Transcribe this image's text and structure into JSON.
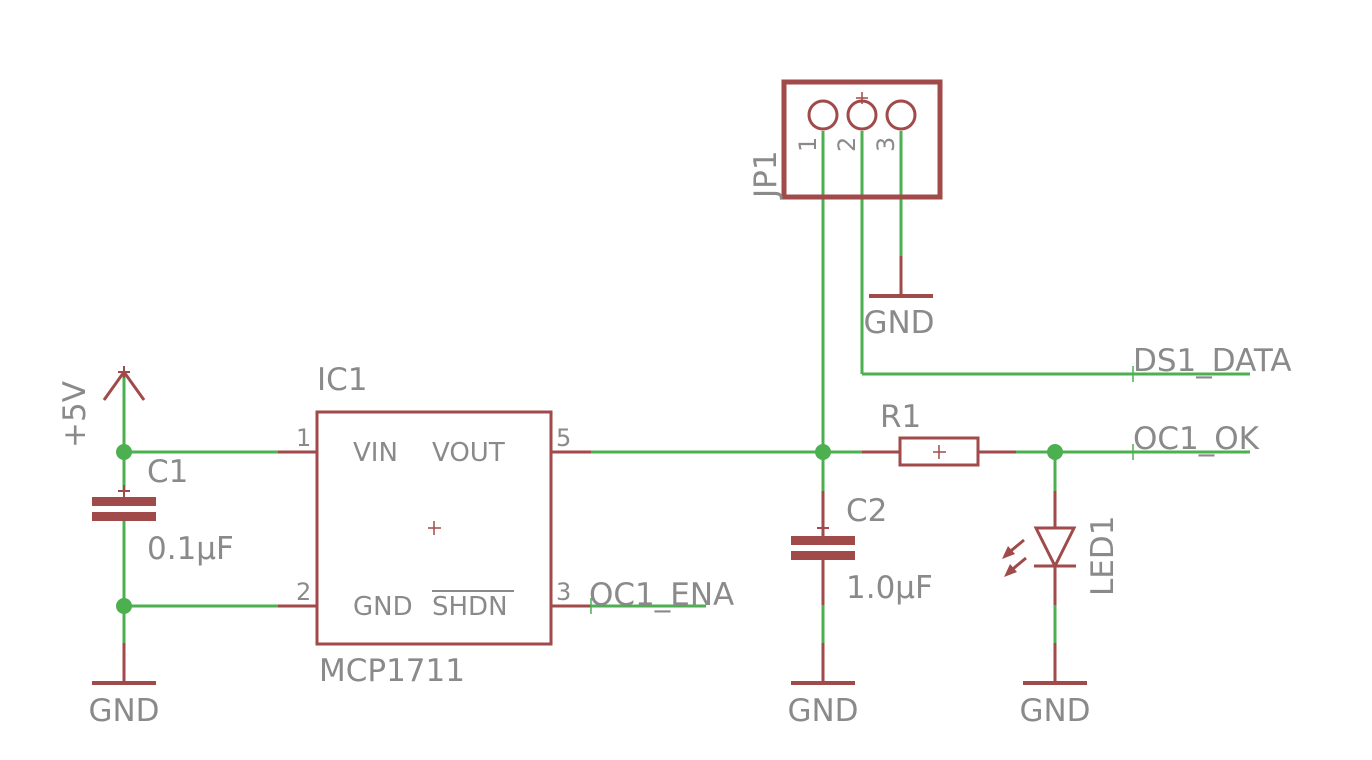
{
  "colors": {
    "wire": "#4caf50",
    "symbol": "#a04a4a",
    "text": "#8a8a8a"
  },
  "labels": {
    "ic1_name": "IC1",
    "ic1_value": "MCP1711",
    "ic1_vin": "VIN",
    "ic1_vout": "VOUT",
    "ic1_gnd": "GND",
    "ic1_shdn": "SHDN",
    "ic1_pin1": "1",
    "ic1_pin2": "2",
    "ic1_pin3": "3",
    "ic1_pin5": "5",
    "c1_name": "C1",
    "c1_value": "0.1µF",
    "c2_name": "C2",
    "c2_value": "1.0µF",
    "r1_name": "R1",
    "led1_name": "LED1",
    "jp1_name": "JP1",
    "jp1_pin1": "1",
    "jp1_pin2": "2",
    "jp1_pin3": "3",
    "supply_5v": "+5V",
    "gnd": "GND",
    "net_ds1_data": "DS1_DATA",
    "net_oc1_ok": "OC1_OK",
    "net_oc1_ena": "OC1_ENA"
  }
}
